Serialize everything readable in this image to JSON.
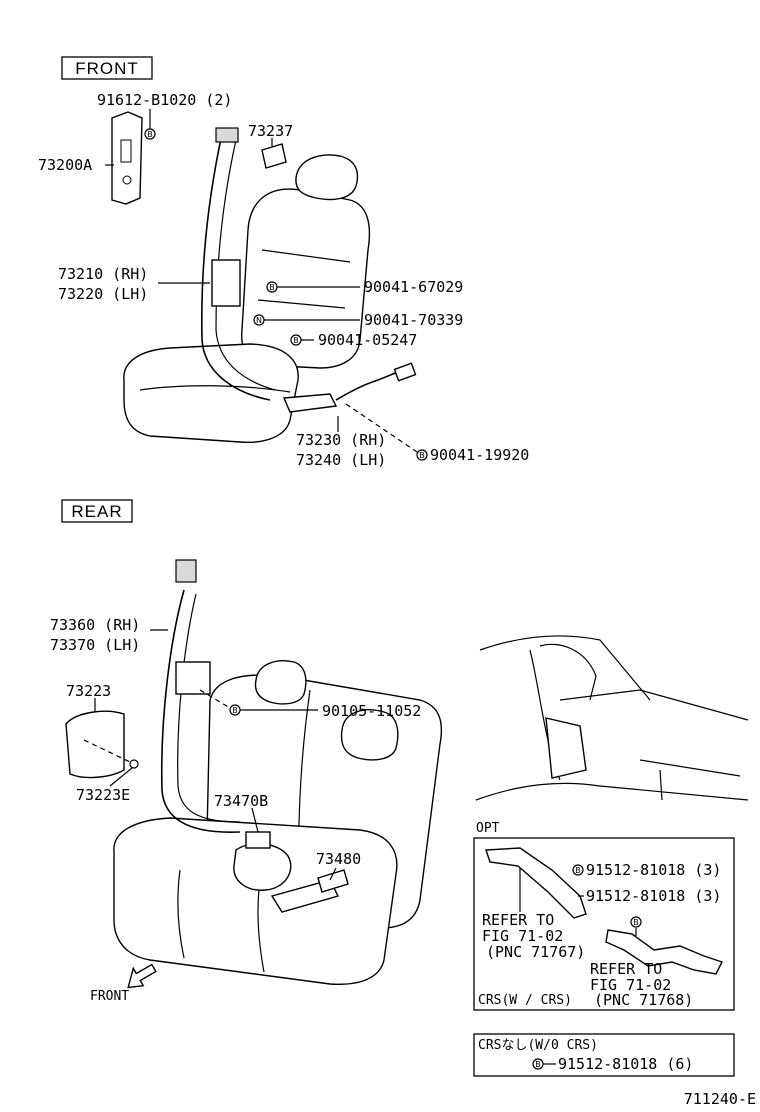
{
  "sections": {
    "front": "FRONT",
    "rear": "REAR",
    "opt": "OPT",
    "crs_w": "CRS(W / CRS)",
    "crs_wo": "CRSなし(W/0 CRS)"
  },
  "markers": {
    "B": "B",
    "N": "N"
  },
  "front_labels": {
    "p91612": "91612-B1020 (2)",
    "p73200a": "73200A",
    "p73237": "73237",
    "p73210": "73210 (RH)",
    "p73220": "73220 (LH)",
    "p90041_67029": "90041-67029",
    "p90041_70339": "90041-70339",
    "p90041_05247": "90041-05247",
    "p73230": "73230 (RH)",
    "p73240": "73240 (LH)",
    "p90041_19920": "90041-19920"
  },
  "rear_labels": {
    "p73360": "73360 (RH)",
    "p73370": "73370 (LH)",
    "p73223": "73223",
    "p73223e": "73223E",
    "p90105": "90105-11052",
    "p73470b": "73470B",
    "p73480": "73480",
    "front_arrow": "FRONT"
  },
  "opt_box": {
    "bolt1": "91512-81018 (3)",
    "bolt2": "91512-81018 (3)",
    "refer1_l1": "REFER TO",
    "refer1_l2": "FIG 71-02",
    "refer1_l3": "(PNC 71767)",
    "refer2_l1": "REFER TO",
    "refer2_l2": "FIG 71-02",
    "refer2_l3": "(PNC 71768)"
  },
  "wo_crs_box": {
    "bolt": "91512-81018 (6)"
  },
  "figure_id": "711240-E"
}
